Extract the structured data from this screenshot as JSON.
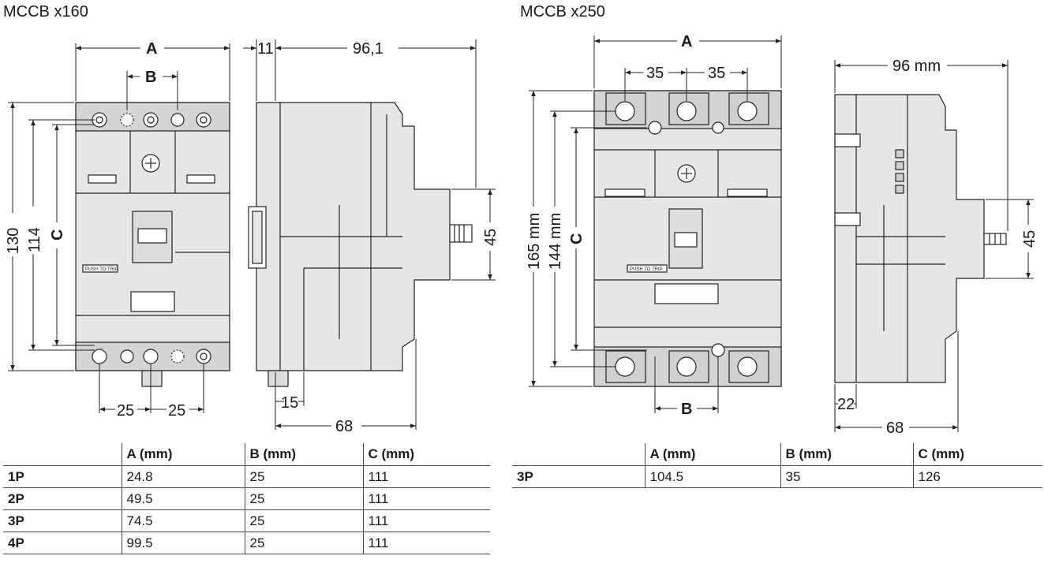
{
  "diagrams": {
    "left": {
      "title": "MCCB x160",
      "labels": {
        "A": "A",
        "B": "B",
        "C": "C"
      },
      "dims": {
        "front_top": "11",
        "depth": "96,1",
        "height_outer": "130",
        "height_inner": "114",
        "pitch_1": "25",
        "pitch_2": "25",
        "rail": "15",
        "body_depth": "68",
        "knob": "45"
      },
      "trip_label": "PUSH TO TRIP"
    },
    "right": {
      "title": "MCCB x250",
      "labels": {
        "A": "A",
        "B": "B",
        "C": "C"
      },
      "dims": {
        "pitch_1": "35",
        "pitch_2": "35",
        "height_outer": "165 mm",
        "height_inner": "144 mm",
        "depth": "96 mm",
        "knob": "45",
        "rail": "22",
        "body_depth": "68"
      },
      "trip_label": "PUSH TO TRIP"
    }
  },
  "tables": {
    "x160": {
      "headers": [
        "",
        "A (mm)",
        "B (mm)",
        "C (mm)"
      ],
      "rows": [
        [
          "1P",
          "24.8",
          "25",
          "111"
        ],
        [
          "2P",
          "49.5",
          "25",
          "111"
        ],
        [
          "3P",
          "74.5",
          "25",
          "111"
        ],
        [
          "4P",
          "99.5",
          "25",
          "111"
        ]
      ]
    },
    "x250": {
      "headers": [
        "",
        "A (mm)",
        "B (mm)",
        "C (mm)"
      ],
      "rows": [
        [
          "3P",
          "104.5",
          "35",
          "126"
        ]
      ]
    }
  },
  "colors": {
    "body": "#e6e6e6",
    "stroke": "#222222",
    "shade": "#cfcfcf"
  }
}
